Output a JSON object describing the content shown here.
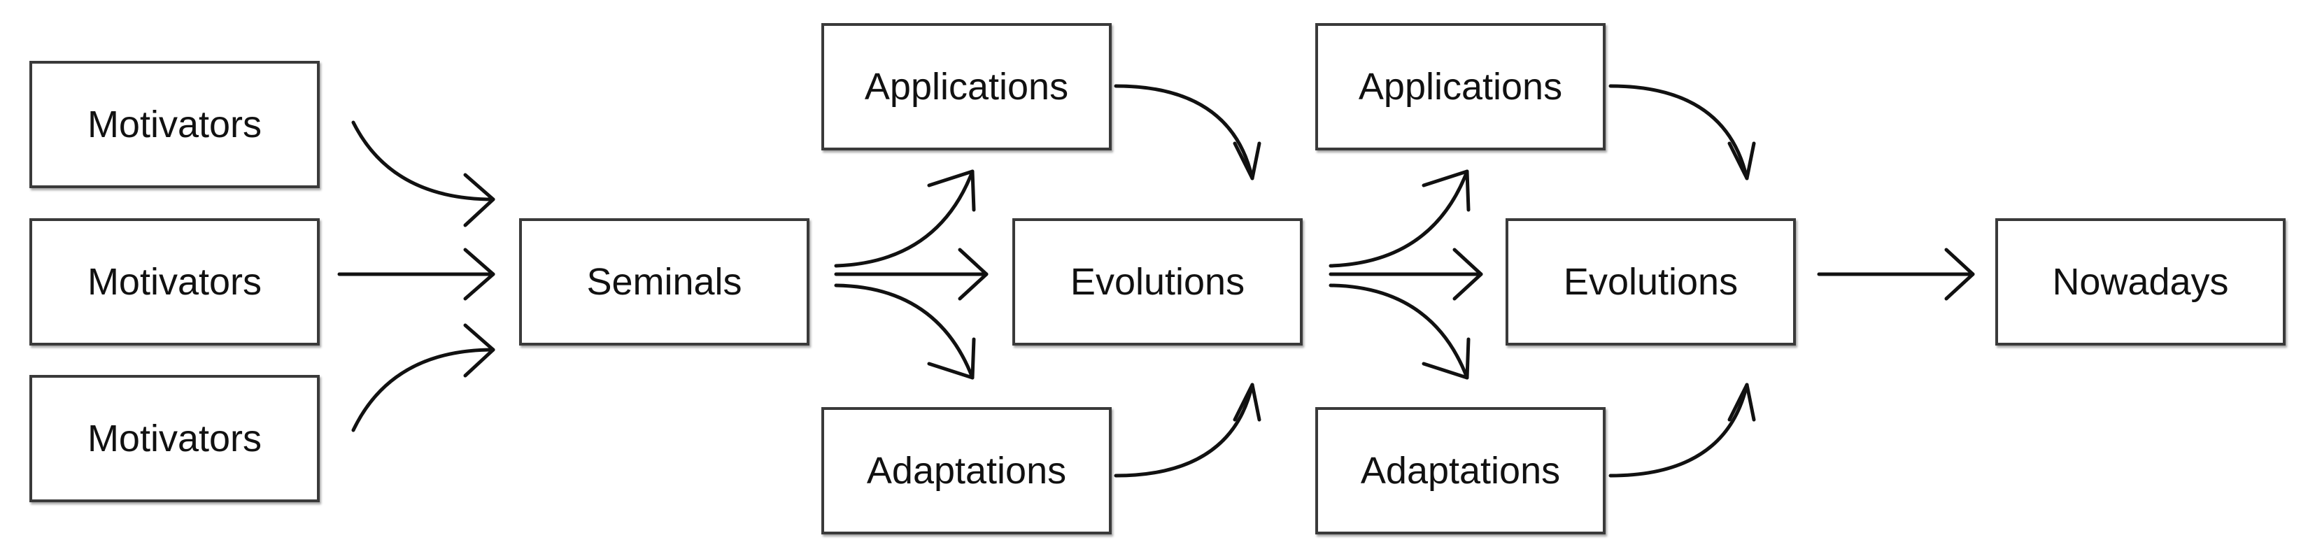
{
  "diagram": {
    "nodes": {
      "motivators_1": "Motivators",
      "motivators_2": "Motivators",
      "motivators_3": "Motivators",
      "seminals": "Seminals",
      "applications_1": "Applications",
      "adaptations_1": "Adaptations",
      "evolutions_1": "Evolutions",
      "applications_2": "Applications",
      "adaptations_2": "Adaptations",
      "evolutions_2": "Evolutions",
      "nowadays": "Nowadays"
    },
    "edges": [
      {
        "from": "motivators_1",
        "to": "seminals"
      },
      {
        "from": "motivators_2",
        "to": "seminals"
      },
      {
        "from": "motivators_3",
        "to": "seminals"
      },
      {
        "from": "seminals",
        "to": "applications_1"
      },
      {
        "from": "seminals",
        "to": "evolutions_1"
      },
      {
        "from": "seminals",
        "to": "adaptations_1"
      },
      {
        "from": "applications_1",
        "to": "evolutions_1"
      },
      {
        "from": "adaptations_1",
        "to": "evolutions_1"
      },
      {
        "from": "evolutions_1",
        "to": "applications_2"
      },
      {
        "from": "evolutions_1",
        "to": "evolutions_2"
      },
      {
        "from": "evolutions_1",
        "to": "adaptations_2"
      },
      {
        "from": "applications_2",
        "to": "evolutions_2"
      },
      {
        "from": "adaptations_2",
        "to": "evolutions_2"
      },
      {
        "from": "evolutions_2",
        "to": "nowadays"
      }
    ]
  }
}
